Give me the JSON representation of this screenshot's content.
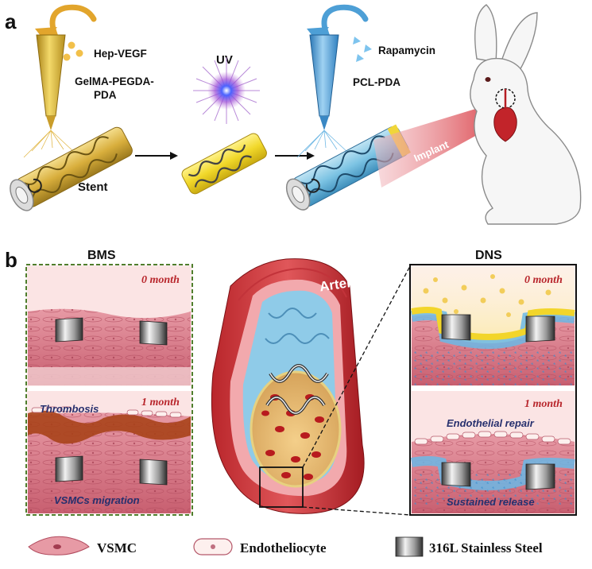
{
  "panel_a": {
    "letter": "a",
    "hep_vegf": "Hep-VEGF",
    "gelma_line1": "GelMA-PEGDA-",
    "gelma_line2": "PDA",
    "uv": "UV",
    "rapamycin": "Rapamycin",
    "pcl_pda": "PCL-PDA",
    "stent": "Stent",
    "implant": "Implant"
  },
  "panel_b": {
    "letter": "b",
    "bms_title": "BMS",
    "dns_title": "DNS",
    "artery": "Artery",
    "bms_top_time": "0 month",
    "bms_bottom_time": "1 month",
    "thrombosis": "Thrombosis",
    "vsmc_migration": "VSMCs migration",
    "dns_top_time": "0 month",
    "dns_bottom_time": "1 month",
    "endothelial_repair": "Endothelial repair",
    "sustained_release": "Sustained release"
  },
  "legend": {
    "vsmc": "VSMC",
    "endotheliocyte": "Endotheliocyte",
    "steel": "316L Stainless Steel"
  },
  "colors": {
    "time_label": "#b8262c",
    "annotation": "#27306e",
    "tissue": "#d97a87",
    "gel_yellow": "#f2d52a",
    "drug_blue": "#5fb6e6",
    "blood": "#b81a1e"
  }
}
